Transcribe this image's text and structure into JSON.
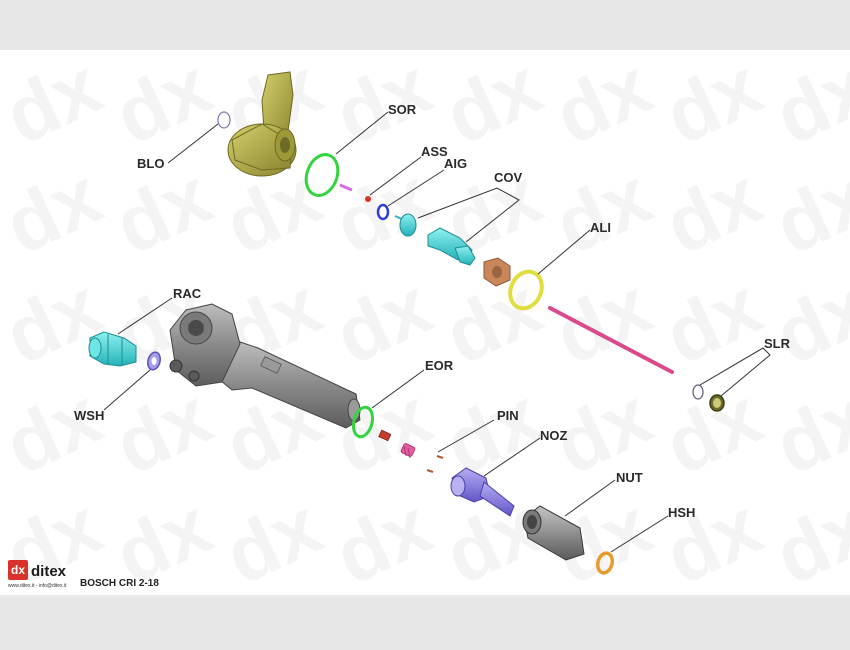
{
  "labels": {
    "blo": "BLO",
    "sor": "SOR",
    "ass": "ASS",
    "aig": "AIG",
    "cov": "COV",
    "ali": "ALI",
    "rac": "RAC",
    "wsh": "WSH",
    "eor": "EOR",
    "pin": "PIN",
    "noz": "NOZ",
    "nut": "NUT",
    "slr": "SLR",
    "hsh": "HSH"
  },
  "brand": {
    "logo_text": "dx",
    "name": "ditex",
    "contact": "www.ditex.it - info@ditex.it"
  },
  "model": "BOSCH CRI 2-18",
  "watermark_text": "dx",
  "colors": {
    "background": "#ffffff",
    "block_olive": "#b7b24a",
    "body_gray": "#8e8e8e",
    "ring_green": "#33d43d",
    "cyan_part": "#3fd8d8",
    "copper": "#c9865a",
    "yellow_ring": "#e2dd3e",
    "needle_pink": "#d94a8c",
    "violet": "#8a7fe0",
    "nut_gray": "#8a8a8a",
    "hsh_orange": "#e89b2a",
    "brand_red": "#d8322a"
  }
}
